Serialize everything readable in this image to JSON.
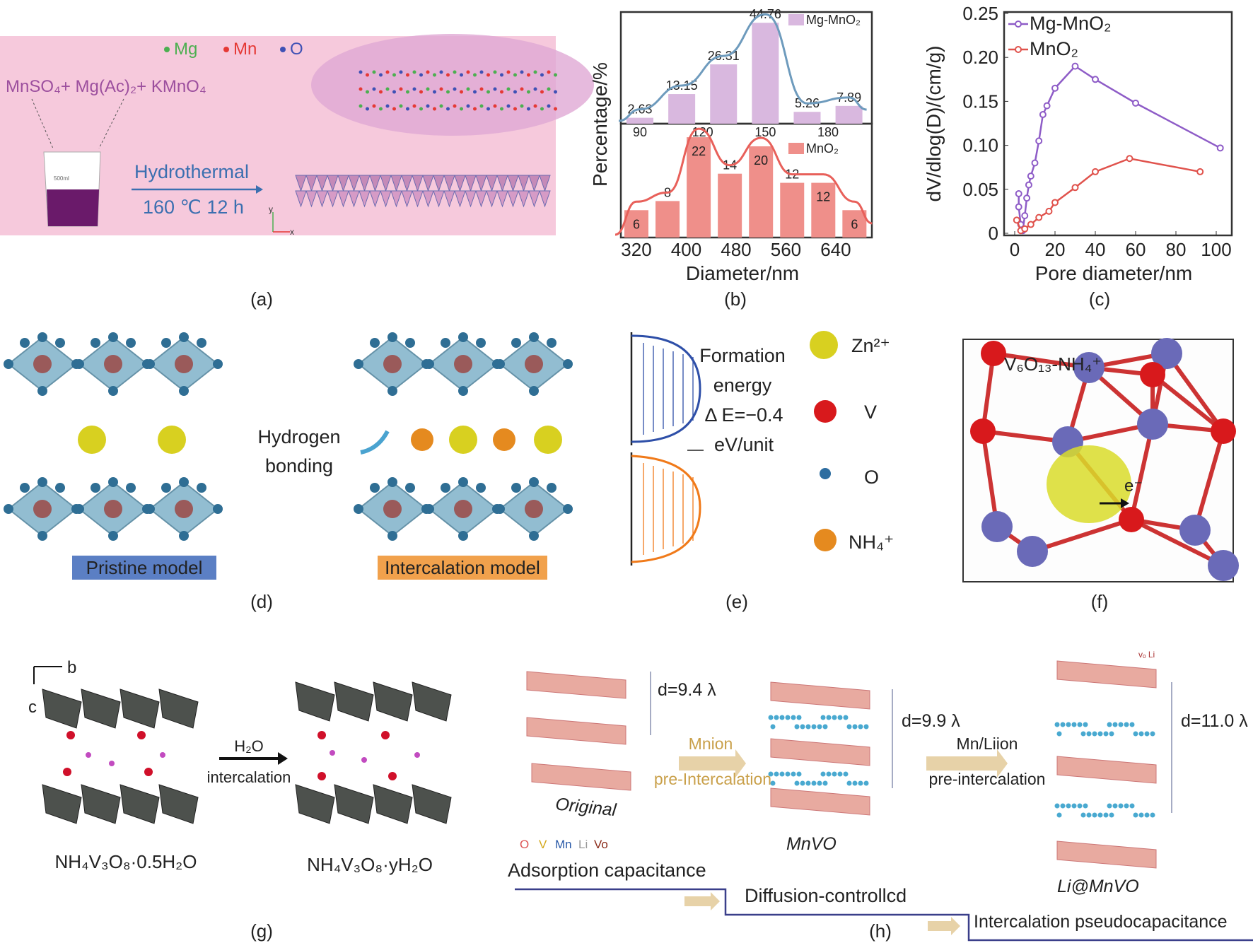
{
  "panels": {
    "a": {
      "label": "(a)",
      "legend": [
        "Mg",
        "Mn",
        "O"
      ],
      "legend_colors": [
        "#4caf50",
        "#e53935",
        "#3f51b5"
      ],
      "reagents": "MnSO₄+ Mg(Ac)₂+ KMnO₄",
      "beaker_mark": "500ml",
      "process": "Hydrothermal",
      "conditions": "160 ℃ 12 h",
      "axis_y": "y",
      "axis_x": "x"
    },
    "b": {
      "label": "(b)"
    },
    "c": {
      "label": "(c)"
    },
    "d": {
      "label": "(d)",
      "pristine": "Pristine model",
      "intercalation": "Intercalation model",
      "bonding_line1": "Hydrogen",
      "bonding_line2": "bonding"
    },
    "e": {
      "label": "(e)",
      "formation_lines": [
        "Formation",
        "energy",
        "Δ E=−0.4",
        "eV/unit"
      ],
      "legend": [
        "Zn²⁺",
        "V",
        "O",
        "NH₄⁺"
      ]
    },
    "f": {
      "label": "(f)",
      "title": "V₆O₁₃-NH₄⁺",
      "electron": "e⁻"
    },
    "g": {
      "label": "(g)",
      "axis_b": "b",
      "axis_c": "c",
      "arrow_top": "H₂O",
      "arrow_bottom": "intercalation",
      "left_formula": "NH₄V₃O₈·0.5H₂O",
      "right_formula": "NH₄V₃O₈·yH₂O"
    },
    "h": {
      "label": "(h)",
      "d1": "d=9.4 λ",
      "d2": "d=9.9 λ",
      "d3": "d=11.0 λ",
      "arrow1_top": "Mnion",
      "arrow1_bottom": "pre-Intercalation",
      "arrow2_top": "Mn/Liion",
      "arrow2_bottom": "pre-intercalation",
      "original": "Original",
      "mnvo": "MnVO",
      "limnvo": "Li@MnVO",
      "legend": [
        "O",
        "V",
        "Mn",
        "Li",
        "Vo"
      ],
      "stage1": "Adsorption capacitance",
      "stage2": "Diffusion-controllcd",
      "stage3": "Intercalation pseudocapacitance",
      "top_marks": "vₒ  Li"
    }
  },
  "chart_data": [
    {
      "panel": "b-top",
      "type": "bar",
      "series": [
        {
          "name": "Mg-MnO₂",
          "x": [
            90,
            110,
            130,
            150,
            170,
            190
          ],
          "values": [
            2.63,
            13.15,
            26.31,
            44.76,
            5.26,
            7.89
          ]
        }
      ],
      "xticks": [
        "90",
        "120",
        "150",
        "180"
      ],
      "xtick_values": [
        90,
        120,
        150,
        180
      ],
      "ylabel": "Percentage/%",
      "bar_color": "#d9b8df",
      "curve_color": "#6e9bbd"
    },
    {
      "panel": "b-bottom",
      "type": "bar",
      "series": [
        {
          "name": "MnO₂",
          "x": [
            320,
            370,
            420,
            470,
            520,
            570,
            620,
            670
          ],
          "values": [
            6,
            8,
            22,
            14,
            20,
            12,
            12,
            6
          ]
        }
      ],
      "xticks": [
        "320",
        "400",
        "480",
        "560",
        "640"
      ],
      "xtick_values": [
        320,
        400,
        480,
        560,
        640
      ],
      "xlabel": "Diameter/nm",
      "bar_color": "#ef8f8a",
      "curve_color": "#e8605a"
    },
    {
      "panel": "c",
      "type": "line",
      "xlabel": "Pore diameter/nm",
      "ylabel": "dV/dlog(D)/(cm/g)",
      "xlim": [
        -5,
        105
      ],
      "ylim": [
        0,
        0.25
      ],
      "xticks": [
        "0",
        "20",
        "40",
        "60",
        "80",
        "100"
      ],
      "xtick_values": [
        0,
        20,
        40,
        60,
        80,
        100
      ],
      "yticks": [
        "0",
        "0.05",
        "0.10",
        "0.15",
        "0.20",
        "0.25"
      ],
      "ytick_values": [
        0,
        0.05,
        0.1,
        0.15,
        0.2,
        0.25
      ],
      "legend_position": "top-left",
      "series": [
        {
          "name": "Mg-MnO₂",
          "color": "#8e5cc7",
          "x": [
            2,
            2,
            3,
            4,
            5,
            6,
            7,
            8,
            10,
            12,
            14,
            16,
            20,
            30,
            40,
            60,
            102
          ],
          "y": [
            0.045,
            0.03,
            0.01,
            0.003,
            0.02,
            0.04,
            0.055,
            0.065,
            0.08,
            0.105,
            0.135,
            0.145,
            0.165,
            0.19,
            0.175,
            0.148,
            0.097
          ]
        },
        {
          "name": "MnO₂",
          "color": "#e0524c",
          "x": [
            1,
            3,
            5,
            8,
            12,
            17,
            20,
            30,
            40,
            57,
            92
          ],
          "y": [
            0.015,
            0.003,
            0.005,
            0.01,
            0.018,
            0.025,
            0.035,
            0.052,
            0.07,
            0.085,
            0.07
          ]
        }
      ]
    }
  ]
}
